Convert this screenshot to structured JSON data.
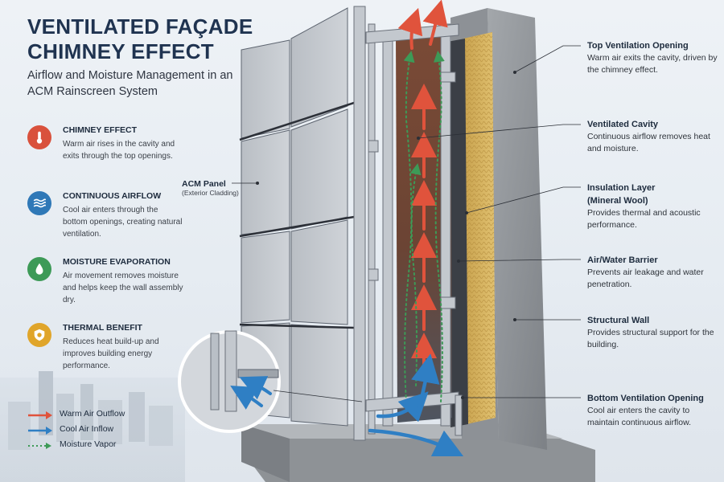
{
  "header": {
    "title_line1": "VENTILATED FAÇADE",
    "title_line2": "CHIMNEY EFFECT",
    "subtitle": "Airflow and Moisture Management in an ACM Rainscreen System"
  },
  "features": [
    {
      "title": "CHIMNEY EFFECT",
      "text": "Warm air rises in the cavity and exits through the top openings.",
      "color": "#d9513c",
      "icon": "thermometer-icon"
    },
    {
      "title": "CONTINUOUS AIRFLOW",
      "text": "Cool air enters through the bottom openings, creating natural ventilation.",
      "color": "#2f78b7",
      "icon": "airflow-waves-icon"
    },
    {
      "title": "MOISTURE EVAPORATION",
      "text": "Air movement removes moisture and helps keep the wall assembly dry.",
      "color": "#3d9a57",
      "icon": "water-drop-icon"
    },
    {
      "title": "THERMAL BENEFIT",
      "text": "Reduces heat build-up and improves building energy performance.",
      "color": "#e0a52a",
      "icon": "shield-sun-icon"
    }
  ],
  "legend": [
    {
      "label": "Warm Air Outflow",
      "color": "#e0533c",
      "style": "solid"
    },
    {
      "label": "Cool Air Inflow",
      "color": "#2f7fc4",
      "style": "solid"
    },
    {
      "label": "Moisture Vapor",
      "color": "#3d9a57",
      "style": "dotted"
    }
  ],
  "acm_panel": {
    "title": "ACM Panel",
    "subtitle": "(Exterior Cladding)"
  },
  "callouts": [
    {
      "title": "Top Ventilation Opening",
      "text": "Warm air exits the cavity, driven by the chimney effect."
    },
    {
      "title": "Ventilated Cavity",
      "text": "Continuous airflow removes heat and moisture."
    },
    {
      "title": "Insulation Layer\n(Mineral Wool)",
      "text": "Provides thermal and acoustic performance."
    },
    {
      "title": "Air/Water Barrier",
      "text": "Prevents air leakage and water penetration."
    },
    {
      "title": "Structural Wall",
      "text": "Provides structural support for the building."
    },
    {
      "title": "Bottom Ventilation Opening",
      "text": "Cool air enters the cavity to maintain continuous airflow."
    }
  ]
}
